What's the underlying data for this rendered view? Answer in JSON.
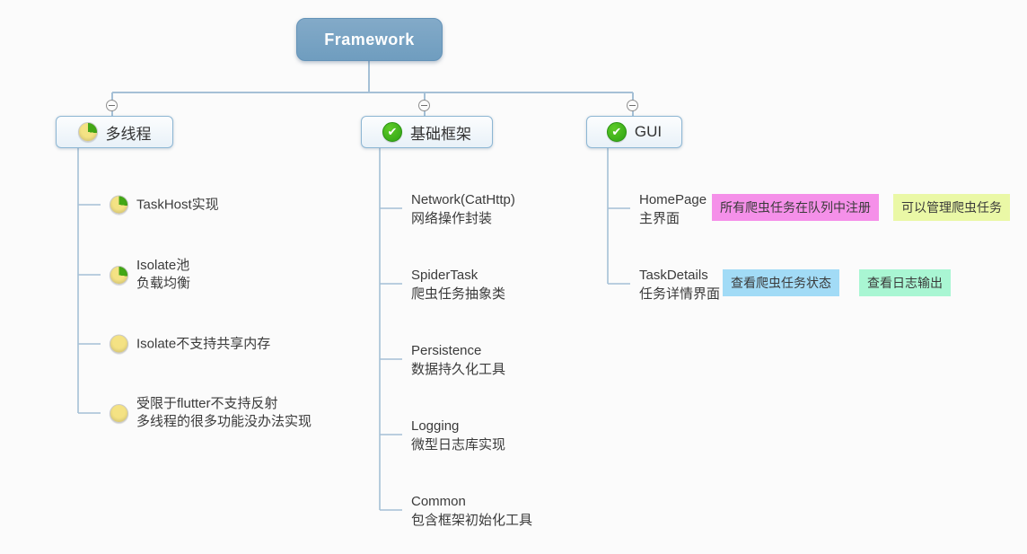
{
  "root": {
    "label": "Framework"
  },
  "colors": {
    "connector": "#a5c0d6",
    "root_bg": "#79a2c3",
    "branch_border": "#8db6d3",
    "pie_yellow": "#f4e284",
    "pie_green": "#43a716",
    "check_green": "#35ab18"
  },
  "icons": {
    "progress_quarter": "pie-chart-quarter",
    "progress_none": "empty-yellow-circle",
    "done": "green-check",
    "collapse": "minus-circle"
  },
  "branches": [
    {
      "label": "多线程",
      "icon": "progress_quarter",
      "children": [
        {
          "icon": "progress_quarter",
          "title": "TaskHost实现",
          "subtitle": ""
        },
        {
          "icon": "progress_quarter",
          "title": "Isolate池",
          "subtitle": "负载均衡"
        },
        {
          "icon": "progress_none",
          "title": "Isolate不支持共享内存",
          "subtitle": ""
        },
        {
          "icon": "progress_none",
          "title": "受限于flutter不支持反射",
          "subtitle": "多线程的很多功能没办法实现"
        }
      ]
    },
    {
      "label": "基础框架",
      "icon": "done",
      "children": [
        {
          "title": "Network(CatHttp)",
          "subtitle": "网络操作封装"
        },
        {
          "title": "SpiderTask",
          "subtitle": "爬虫任务抽象类"
        },
        {
          "title": "Persistence",
          "subtitle": "数据持久化工具"
        },
        {
          "title": "Logging",
          "subtitle": "微型日志库实现"
        },
        {
          "title": "Common",
          "subtitle": "包含框架初始化工具"
        }
      ]
    },
    {
      "label": "GUI",
      "icon": "done",
      "children": [
        {
          "title": "HomePage",
          "subtitle": "主界面",
          "tags": [
            {
              "text": "所有爬虫任务在队列中注册",
              "bg": "#f590e9"
            },
            {
              "text": "可以管理爬虫任务",
              "bg": "#eaf8a6"
            }
          ]
        },
        {
          "title": "TaskDetails",
          "subtitle": "任务详情界面",
          "tags": [
            {
              "text": "查看爬虫任务状态",
              "bg": "#a2dbf6"
            },
            {
              "text": "查看日志输出",
              "bg": "#a9f6d3"
            }
          ]
        }
      ]
    }
  ],
  "check_glyph": "✔"
}
